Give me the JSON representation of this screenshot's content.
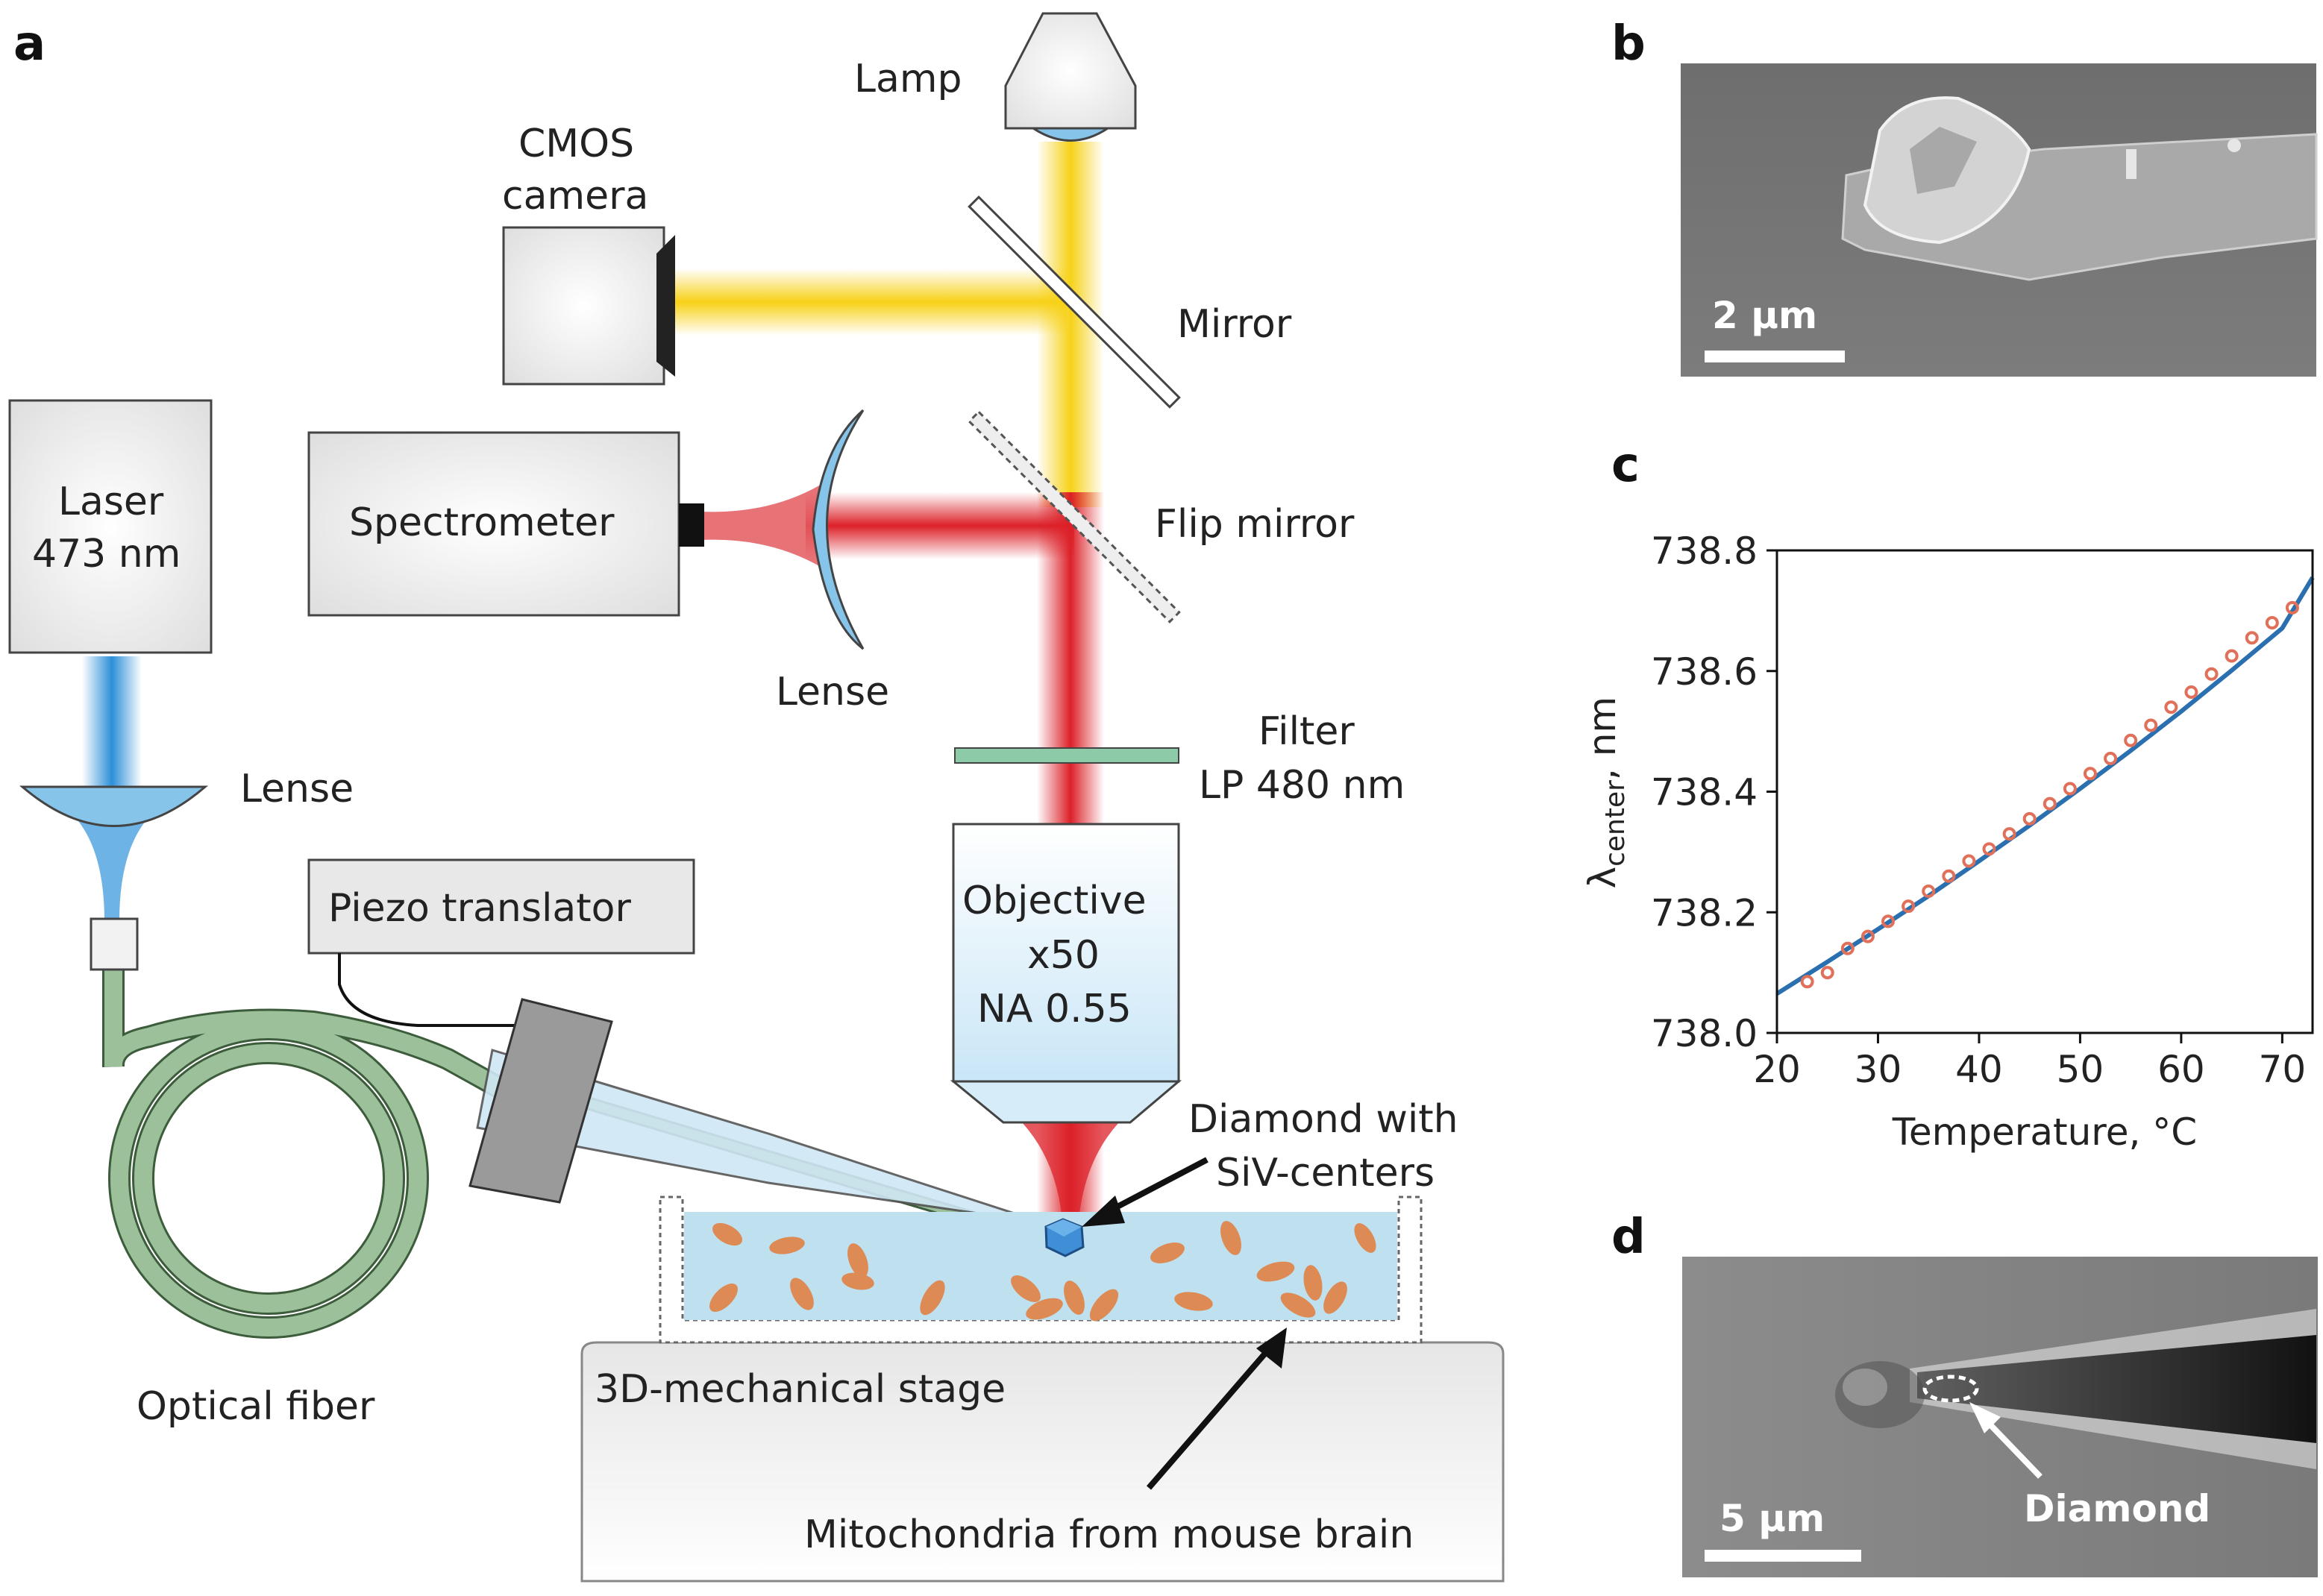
{
  "panels": {
    "a": "a",
    "b": "b",
    "c": "c",
    "d": "d"
  },
  "labels": {
    "lamp": "Lamp",
    "cmos_line1": "CMOS",
    "cmos_line2": "camera",
    "mirror": "Mirror",
    "laser_line1": "Laser",
    "laser_line2": "473 nm",
    "spectrometer": "Spectrometer",
    "flip_mirror": "Flip mirror",
    "lense_upper": "Lense",
    "lense_left": "Lense",
    "filter_line1": "Filter",
    "filter_line2": "LP 480 nm",
    "piezo": "Piezo translator",
    "objective_line1": "Objective",
    "objective_line2": "x50",
    "objective_line3": "NA 0.55",
    "diamond_line1": "Diamond with",
    "diamond_line2": "SiV-centers",
    "optical_fiber": "Optical fiber",
    "stage": "3D-mechanical stage",
    "mitochondria": "Mitochondria from mouse brain"
  },
  "panel_b": {
    "scalebar": "2 μm"
  },
  "panel_d": {
    "scalebar": "5 μm",
    "diamond_label": "Diamond"
  },
  "chart_data": {
    "type": "scatter",
    "xlabel": "Temperature, °C",
    "ylabel_main": "λ",
    "ylabel_sub": "center",
    "ylabel_unit": ", nm",
    "xlim": [
      20,
      73
    ],
    "ylim": [
      738.0,
      738.8
    ],
    "xticks": [
      20,
      30,
      40,
      50,
      60,
      70
    ],
    "yticks": [
      738.0,
      738.2,
      738.4,
      738.6,
      738.8
    ],
    "ytick_labels": [
      "738.0",
      "738.2",
      "738.4",
      "738.6",
      "738.8"
    ],
    "series": [
      {
        "kind": "markers",
        "color": "#e0705a",
        "x": [
          23,
          25,
          27,
          29,
          31,
          33,
          35,
          37,
          39,
          41,
          43,
          45,
          47,
          49,
          51,
          53,
          55,
          57,
          59,
          61,
          63,
          65,
          67,
          69,
          71
        ],
        "y": [
          738.085,
          738.1,
          738.14,
          738.16,
          738.185,
          738.21,
          738.235,
          738.26,
          738.285,
          738.305,
          738.33,
          738.355,
          738.38,
          738.405,
          738.43,
          738.455,
          738.485,
          738.51,
          738.54,
          738.565,
          738.595,
          738.625,
          738.655,
          738.68,
          738.705
        ]
      },
      {
        "kind": "fit-line",
        "color": "#2a6fb0",
        "x": [
          20,
          25,
          30,
          35,
          40,
          45,
          50,
          55,
          60,
          65,
          70,
          73
        ],
        "y": [
          738.065,
          738.118,
          738.172,
          738.227,
          738.285,
          738.344,
          738.405,
          738.468,
          738.533,
          738.601,
          738.671,
          738.755
        ]
      }
    ]
  },
  "colors": {
    "yellow_beam": "#f7d117",
    "red_beam": "#dc2028",
    "blue_beam": "#2d8fd8",
    "fiber_green": "#9cc09a",
    "lens_blue": "#86c4ea",
    "filter_green": "#8ccaa8",
    "mito_orange": "#dd8a55",
    "medium_blue": "#bfe0ee"
  }
}
